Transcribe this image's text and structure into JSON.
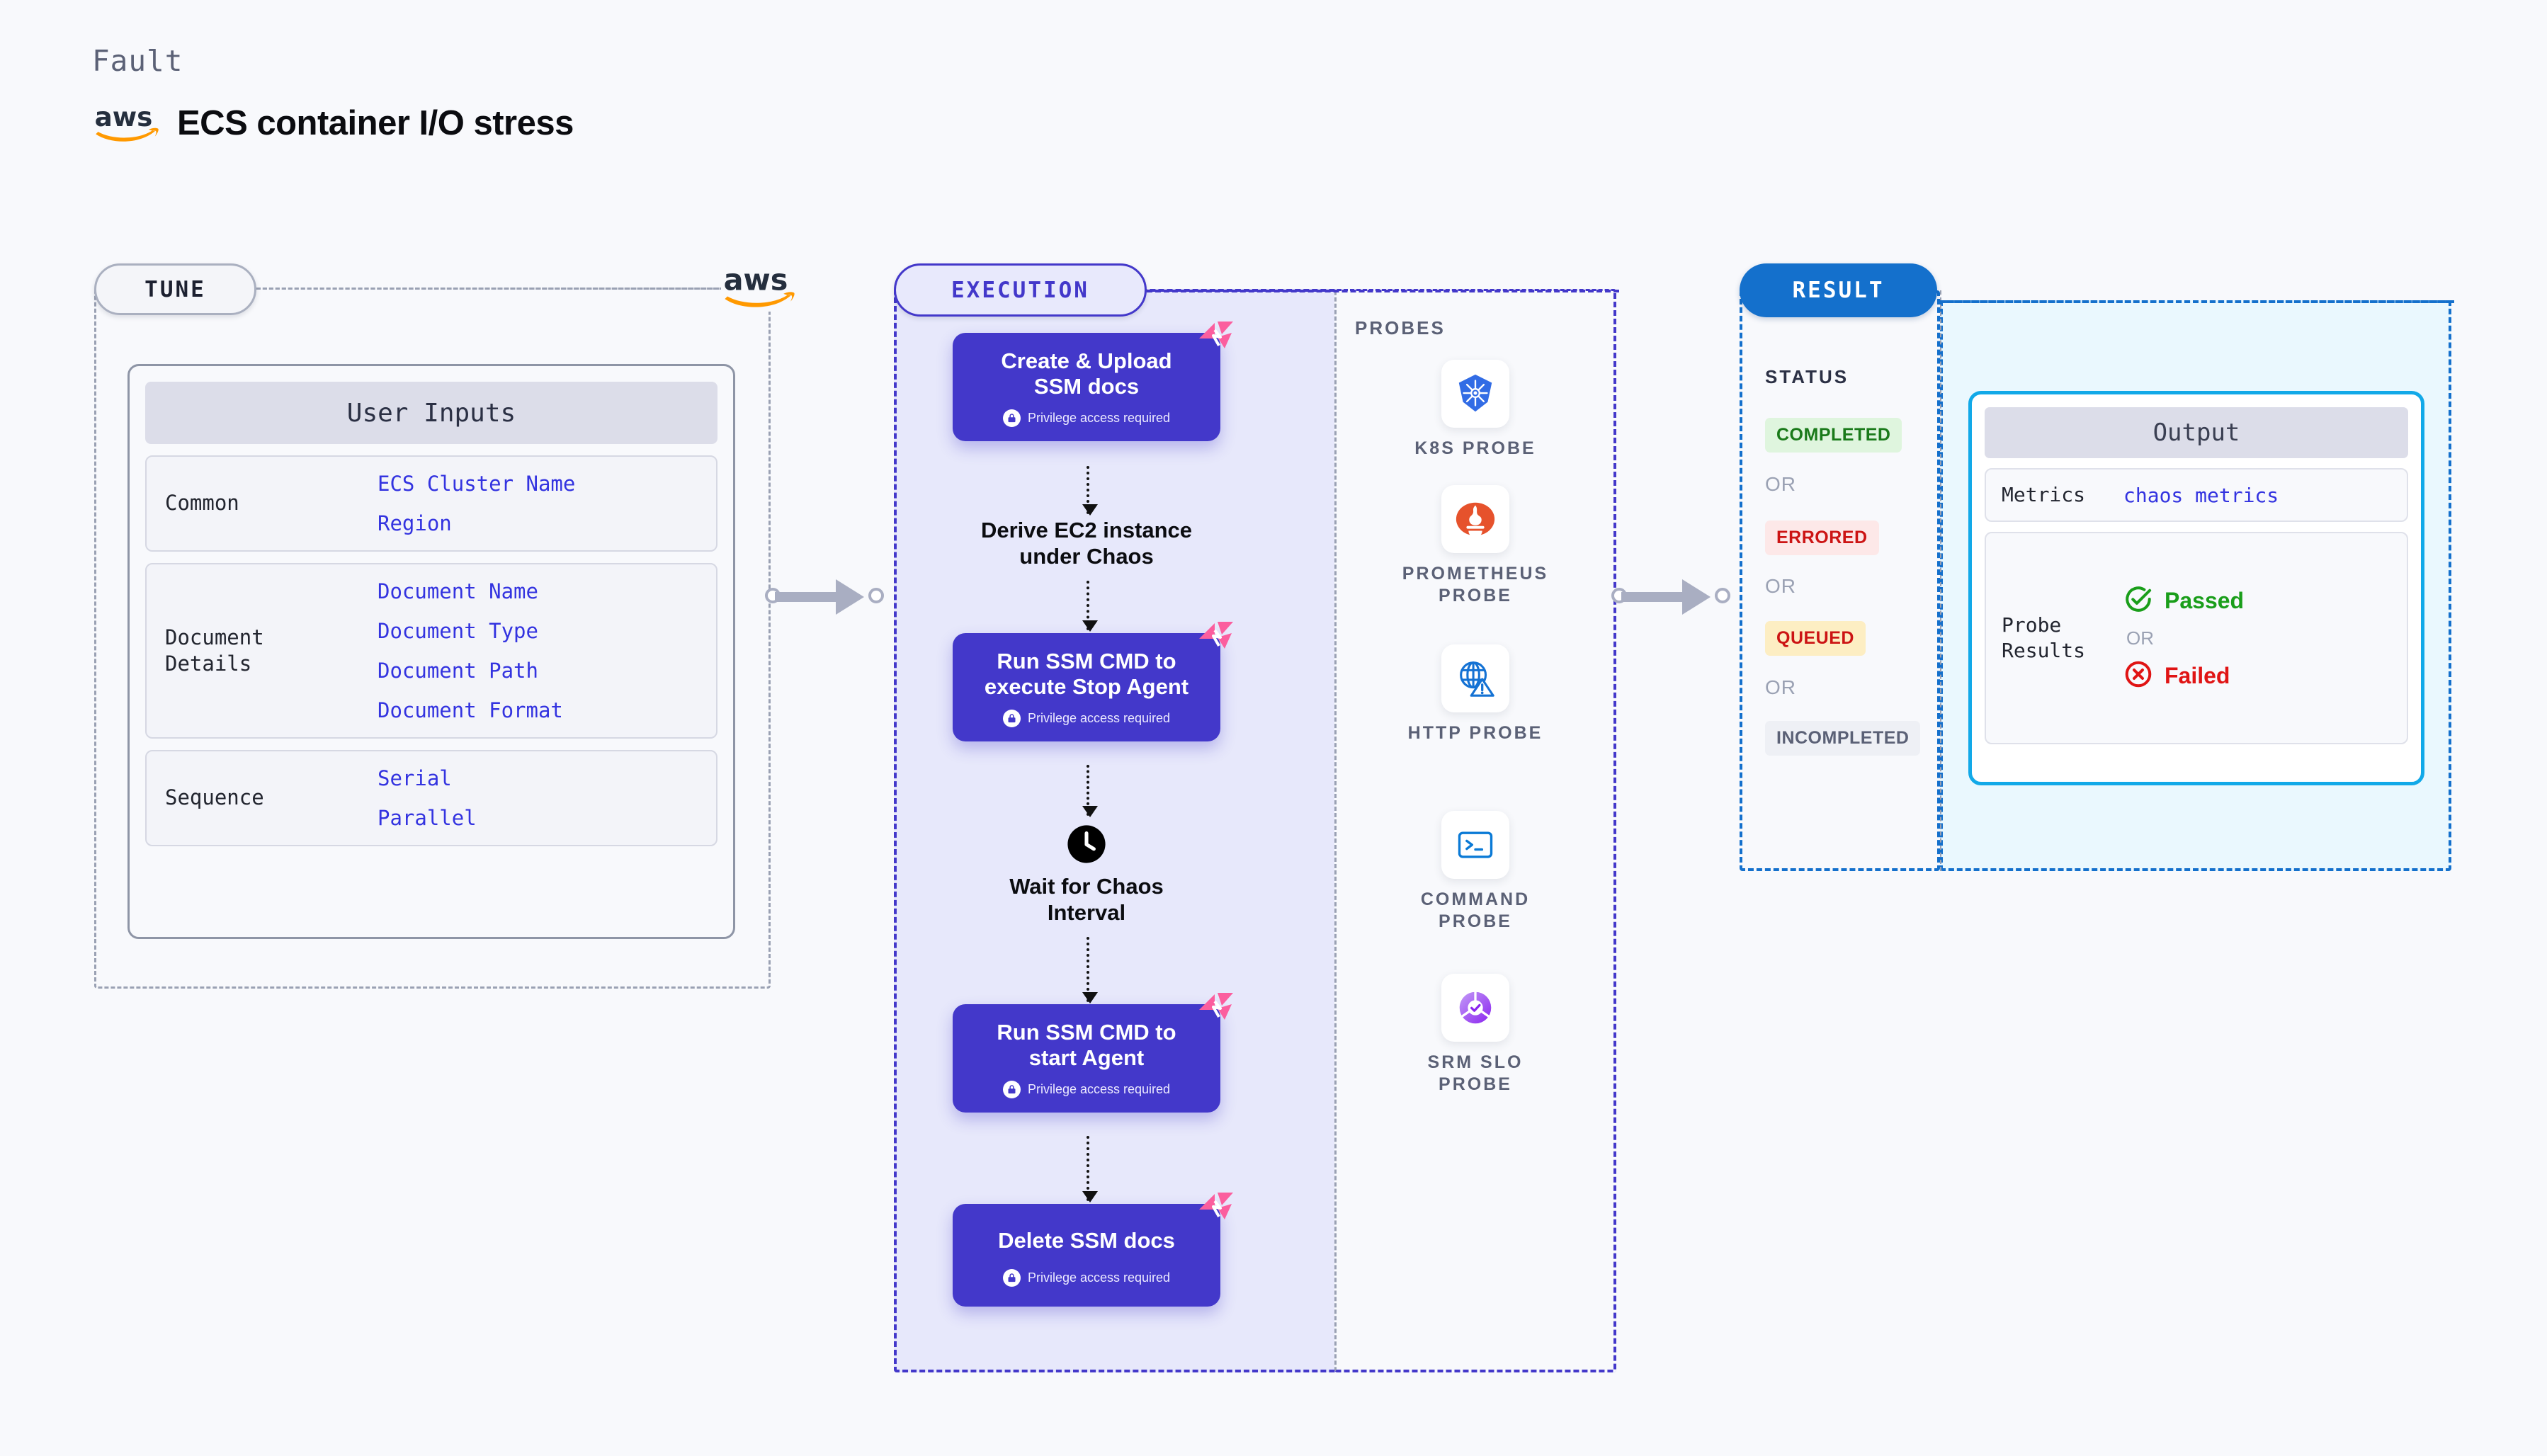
{
  "header": {
    "kicker": "Fault",
    "title": "ECS container I/O stress",
    "logo_icon": "aws-logo"
  },
  "tune": {
    "pill_label": "TUNE",
    "aws_icon": "aws-logo",
    "card": {
      "header": "User Inputs",
      "rows": [
        {
          "label": "Common",
          "values": [
            "ECS Cluster Name",
            "Region"
          ]
        },
        {
          "label": "Document\nDetails",
          "values": [
            "Document Name",
            "Document Type",
            "Document Path",
            "Document Format"
          ]
        },
        {
          "label": "Sequence",
          "values": [
            "Serial",
            "Parallel"
          ]
        }
      ]
    }
  },
  "execution": {
    "pill_label": "EXECUTION",
    "privilege_note": "Privilege access required",
    "steps": [
      {
        "type": "card",
        "title": "Create & Upload\nSSM docs",
        "privileged": true,
        "badge_icon": "litmus-chaos-icon",
        "lock_icon": "lock-icon"
      },
      {
        "type": "text",
        "title": "Derive EC2 instance\nunder Chaos"
      },
      {
        "type": "card",
        "title": "Run SSM CMD to\nexecute Stop Agent",
        "privileged": true,
        "badge_icon": "litmus-chaos-icon",
        "lock_icon": "lock-icon"
      },
      {
        "type": "text",
        "title": "Wait for Chaos\nInterval",
        "icon": "clock-icon"
      },
      {
        "type": "card",
        "title": "Run SSM CMD to\nstart Agent",
        "privileged": true,
        "badge_icon": "litmus-chaos-icon",
        "lock_icon": "lock-icon"
      },
      {
        "type": "card",
        "title": "Delete SSM docs",
        "privileged": true,
        "badge_icon": "litmus-chaos-icon",
        "lock_icon": "lock-icon"
      }
    ]
  },
  "probes": {
    "title": "PROBES",
    "items": [
      {
        "label": "K8S PROBE",
        "icon": "kubernetes-icon"
      },
      {
        "label": "PROMETHEUS\nPROBE",
        "icon": "prometheus-icon"
      },
      {
        "label": "HTTP PROBE",
        "icon": "http-globe-warning-icon"
      },
      {
        "label": "COMMAND\nPROBE",
        "icon": "terminal-icon"
      },
      {
        "label": "SRM SLO\nPROBE",
        "icon": "srm-slo-icon"
      }
    ]
  },
  "result": {
    "pill_label": "RESULT",
    "status_title": "STATUS",
    "or_label": "OR",
    "statuses": [
      {
        "label": "COMPLETED",
        "color": "#1a7a1a",
        "bg": "#dff5de"
      },
      {
        "label": "ERRORED",
        "color": "#cc1414",
        "bg": "#fde8e8"
      },
      {
        "label": "QUEUED",
        "color": "#cc1414",
        "bg": "#fdeec3"
      },
      {
        "label": "INCOMPLETED",
        "color": "#5b6176",
        "bg": "#eef0f5"
      }
    ],
    "output": {
      "header": "Output",
      "metrics_label": "Metrics",
      "metrics_value": "chaos metrics",
      "probe_results_label": "Probe\nResults",
      "passed_label": "Passed",
      "passed_color": "#1a9e1a",
      "passed_icon": "check-circle-icon",
      "failed_label": "Failed",
      "failed_color": "#e01414",
      "failed_icon": "x-circle-icon",
      "or_label": "OR"
    }
  },
  "theme": {
    "page_bg": "#f8f9fc",
    "exec_accent": "#4338ca",
    "exec_panel_bg": "#e7e8fb",
    "result_accent": "#1470cc",
    "output_accent": "#12a9e8",
    "litmus_pink": "#fb5e9e",
    "aws_orange": "#ff9900"
  }
}
